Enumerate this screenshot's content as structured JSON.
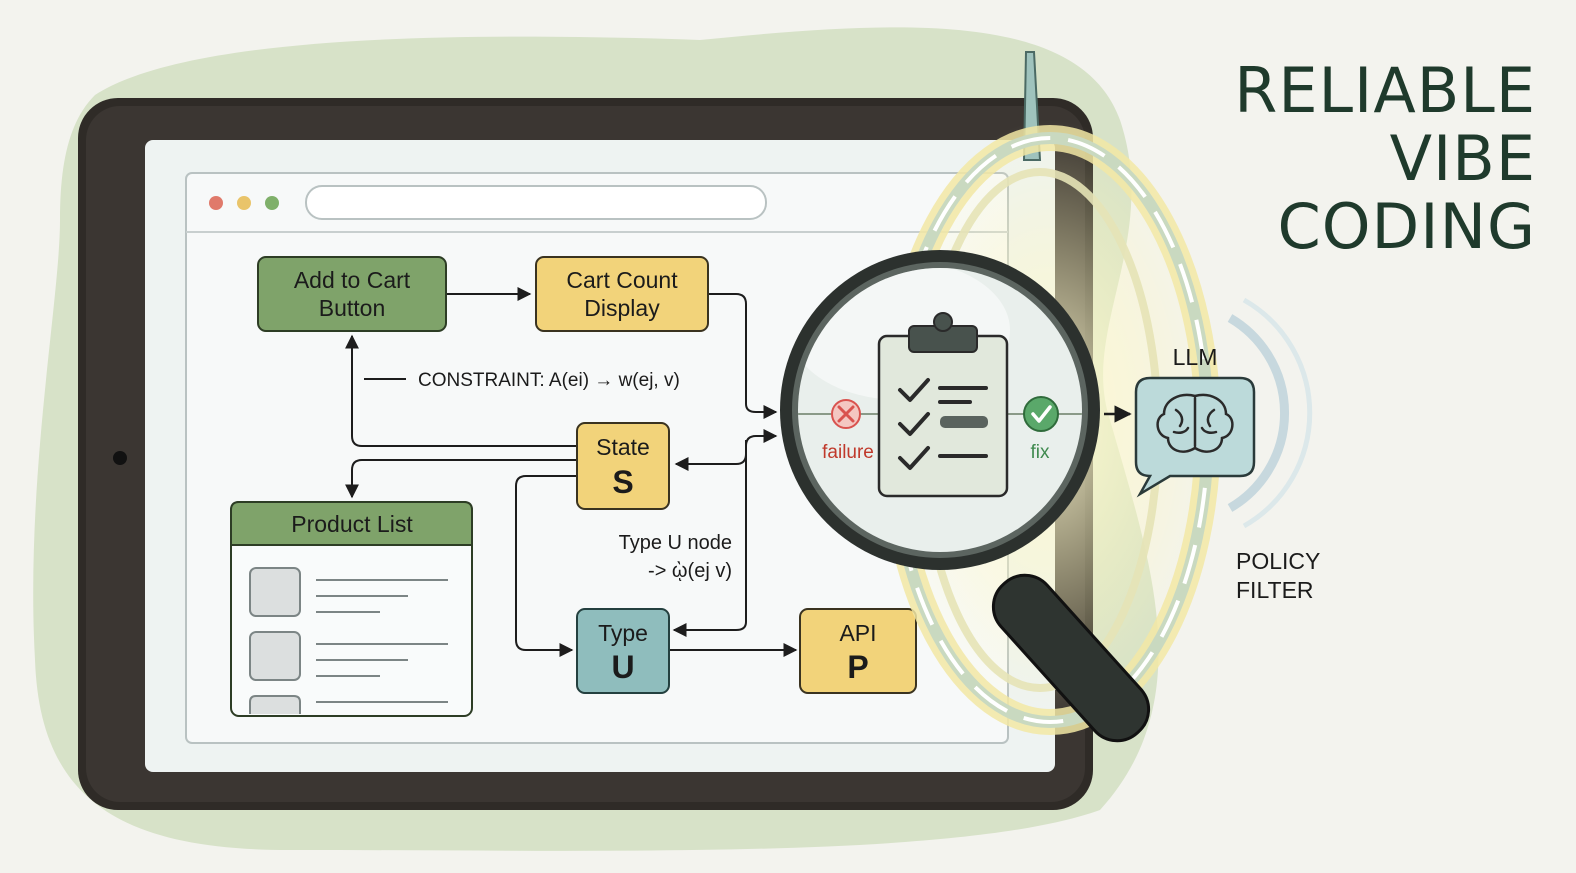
{
  "title": {
    "line1": "RELIABLE",
    "line2": "VIBE",
    "line3": "CODING"
  },
  "nodes": {
    "add_to_cart": {
      "line1": "Add to Cart",
      "line2": "Button"
    },
    "cart_count": {
      "line1": "Cart Count",
      "line2": "Display"
    },
    "state": {
      "line1": "State",
      "line2": "S"
    },
    "product_list": {
      "label": "Product List"
    },
    "type_u": {
      "line1": "Type",
      "line2": "U"
    },
    "api": {
      "line1": "API",
      "line2": "P"
    }
  },
  "annotations": {
    "constraint": "CONSTRAINT: A(ei) → w(ej, v)",
    "type_u_node_line1": "Type U node",
    "type_u_node_line2": "-> ῲ(ej v)"
  },
  "inspector": {
    "failure": "failure",
    "fix": "fix"
  },
  "llm": {
    "label": "LLM"
  },
  "policy_filter": {
    "line1": "POLICY",
    "line2": "FILTER"
  },
  "colors": {
    "green_node": "#7fa36a",
    "yellow_node": "#f2d37a",
    "teal_node": "#8fbdbd",
    "title_text": "#1f3a2c",
    "failure_red": "#d9534f",
    "fix_green": "#5aa86a"
  }
}
